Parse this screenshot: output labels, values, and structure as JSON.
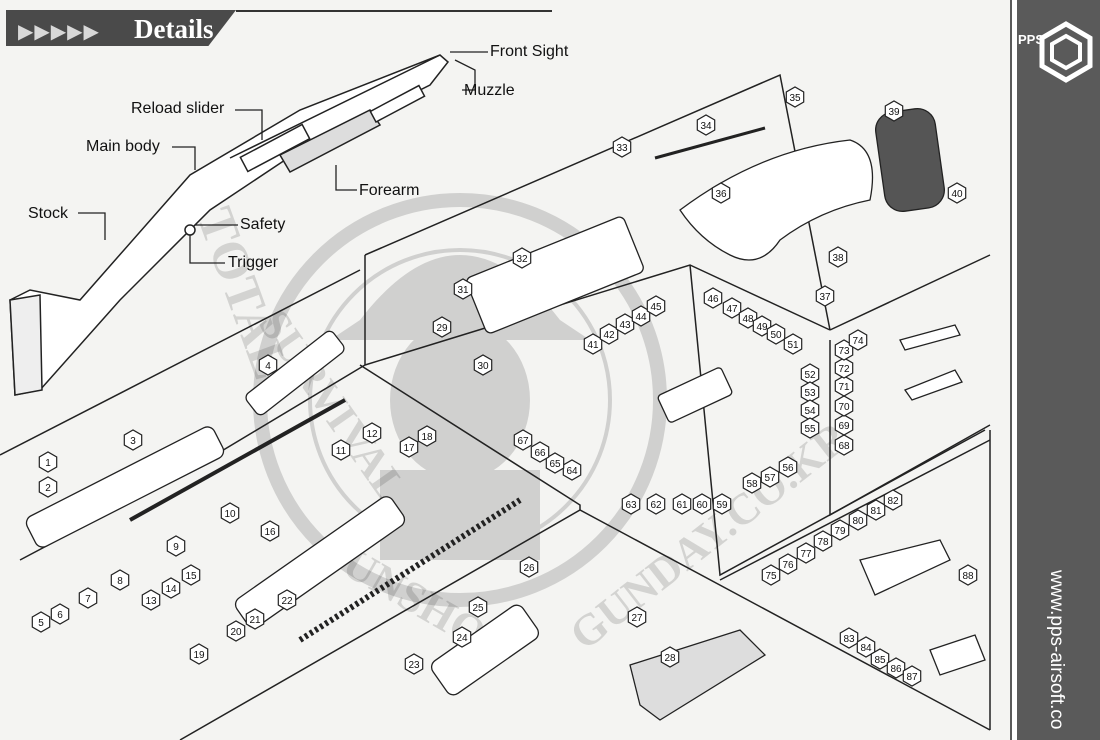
{
  "header": {
    "arrows": "▶▶▶▶▶",
    "title": "Details"
  },
  "callouts": [
    {
      "id": "front_sight",
      "text": "Front Sight"
    },
    {
      "id": "muzzle",
      "text": "Muzzle"
    },
    {
      "id": "reload_slider",
      "text": "Reload slider"
    },
    {
      "id": "main_body",
      "text": "Main body"
    },
    {
      "id": "forearm",
      "text": "Forearm"
    },
    {
      "id": "stock",
      "text": "Stock"
    },
    {
      "id": "safety",
      "text": "Safety"
    },
    {
      "id": "trigger",
      "text": "Trigger"
    }
  ],
  "part_numbers": [
    "1",
    "2",
    "3",
    "4",
    "5",
    "6",
    "7",
    "8",
    "9",
    "10",
    "11",
    "12",
    "13",
    "14",
    "15",
    "16",
    "17",
    "18",
    "19",
    "20",
    "21",
    "22",
    "23",
    "24",
    "25",
    "26",
    "27",
    "28",
    "29",
    "30",
    "31",
    "32",
    "33",
    "34",
    "35",
    "36",
    "37",
    "38",
    "39",
    "40",
    "41",
    "42",
    "43",
    "44",
    "45",
    "46",
    "47",
    "48",
    "49",
    "50",
    "51",
    "52",
    "53",
    "54",
    "55",
    "56",
    "57",
    "58",
    "59",
    "60",
    "61",
    "62",
    "63",
    "64",
    "65",
    "66",
    "67",
    "68",
    "69",
    "70",
    "71",
    "72",
    "73",
    "74",
    "75",
    "76",
    "77",
    "78",
    "79",
    "80",
    "81",
    "82",
    "83",
    "84",
    "85",
    "86",
    "87",
    "88"
  ],
  "sidebar": {
    "brand": "PPS",
    "url": "www.pps-airsoft.co"
  },
  "watermark": {
    "line1": "TOTAL",
    "line2": "SURVIVAL",
    "line3": "GUNSHOP",
    "brand": "GUNDAY.CO.KR"
  }
}
